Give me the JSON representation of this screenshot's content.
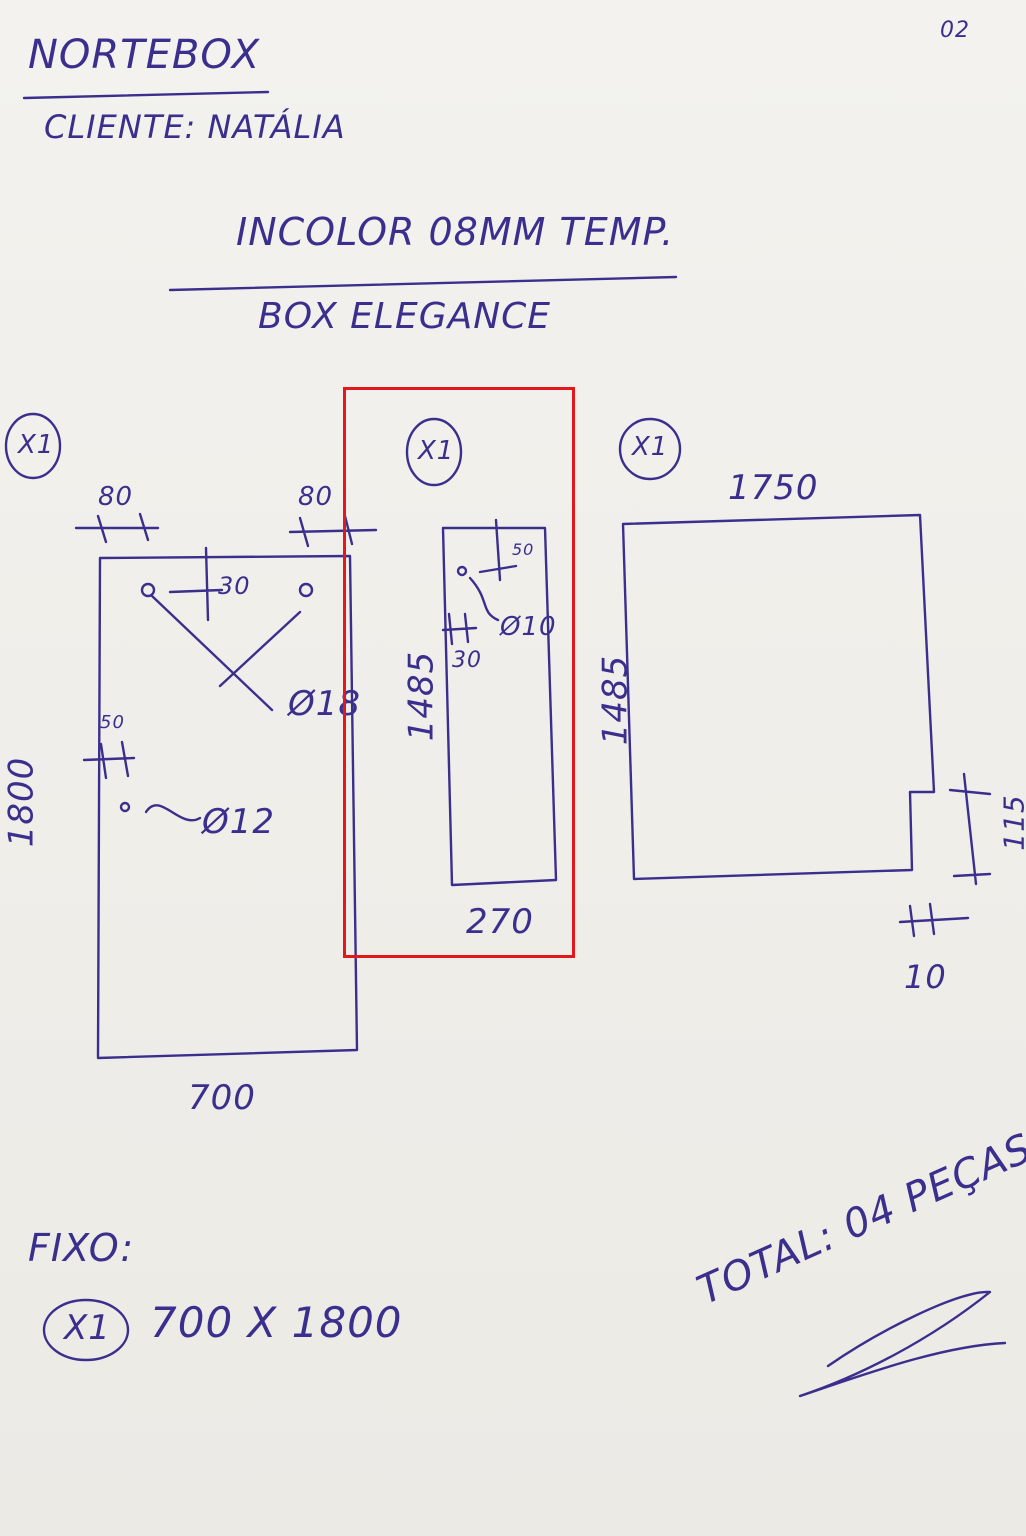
{
  "header": {
    "company": "NORTEBOX",
    "page_number": "02",
    "client": "CLIENTE: NATÁLIA",
    "glass_spec": "INCOLOR 08MM TEMP.",
    "product": "BOX ELEGANCE"
  },
  "pieces": [
    {
      "quantity": "X1",
      "dims": {
        "top_left": "80",
        "top_right": "80",
        "hole_offset": "30",
        "hole_diameter": "Ø18",
        "side_offset": "50",
        "side_hole": "Ø12",
        "height": "1800",
        "width": "700"
      }
    },
    {
      "quantity": "X1",
      "dims": {
        "hole_top": "50",
        "hole_diameter": "Ø10",
        "hole_side": "30",
        "height": "1485",
        "width": "270"
      }
    },
    {
      "quantity": "X1",
      "dims": {
        "width": "1750",
        "height": "1485",
        "notch_height": "115",
        "notch_width": "10"
      }
    }
  ],
  "fixed": {
    "label": "FIXO:",
    "quantity": "X1",
    "size": "700 X 1800"
  },
  "total": "TOTAL: 04 PEÇAS",
  "colors": {
    "ink": "#3b2f8e",
    "highlight": "#e3181b",
    "paper": "#efeeea"
  }
}
